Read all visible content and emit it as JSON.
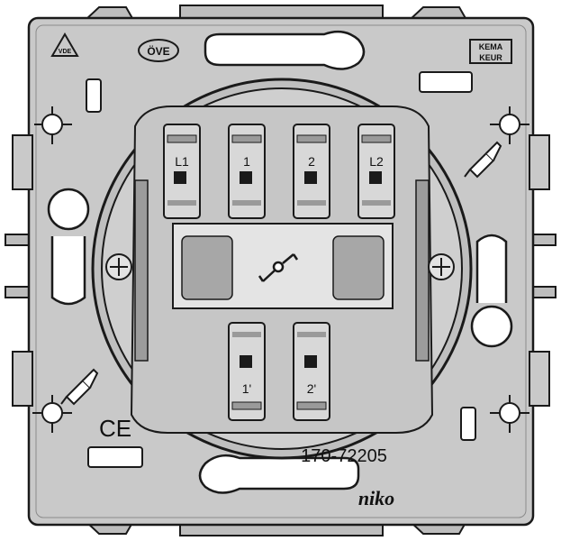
{
  "terminals_top": [
    "L1",
    "1",
    "2",
    "L2"
  ],
  "terminals_bottom": [
    "1'",
    "2'"
  ],
  "marks": {
    "ove": "ÖVE",
    "vde": "VDE",
    "kema_top": "KEMA",
    "kema_bottom": "KEUR",
    "ce": "CE"
  },
  "product_code": "170-72205",
  "brand": "niko",
  "colors": {
    "plate": "#c9c9c9",
    "plate_dark": "#a8a8a8",
    "outline": "#1a1a1a",
    "terminal": "#d8d8d8",
    "hole": "#ffffff"
  }
}
